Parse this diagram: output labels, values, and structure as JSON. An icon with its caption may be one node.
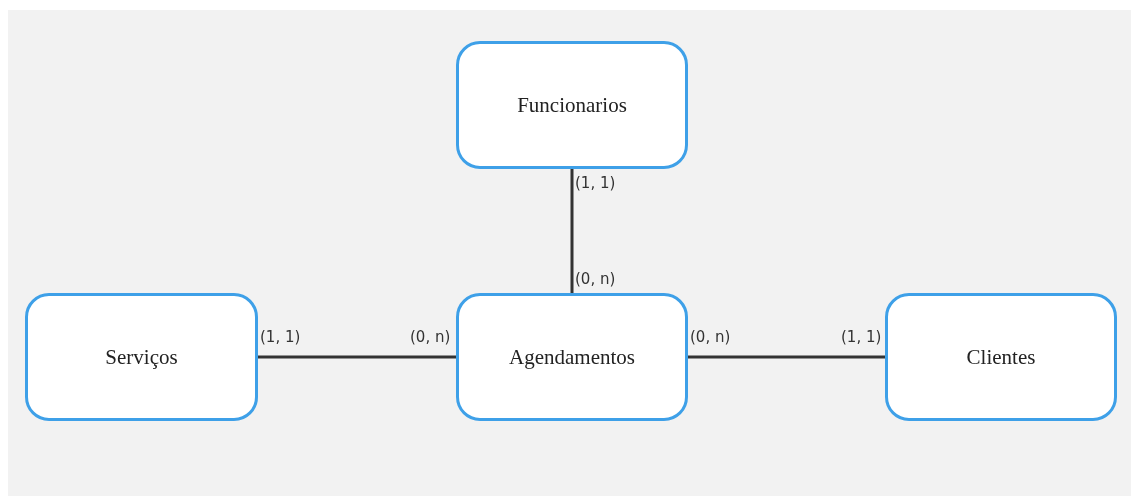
{
  "diagram": {
    "nodes": [
      {
        "text": [
          "Funcionarios"
        ]
      },
      {
        "text": [
          "Serviços"
        ]
      },
      {
        "text": [
          "Agendamentos"
        ]
      },
      {
        "text": [
          "Clientes"
        ]
      }
    ],
    "edges": [
      {
        "from": 0,
        "to": 2,
        "arrow": "none"
      },
      {
        "from": 1,
        "to": 2,
        "arrow": "none"
      },
      {
        "from": 2,
        "to": 3,
        "arrow": "none"
      }
    ],
    "labels": [
      "(1, 1)",
      "(0, n)",
      "(1, 1)",
      "(0, n)",
      "(0, n)",
      "(1, 1)"
    ]
  }
}
